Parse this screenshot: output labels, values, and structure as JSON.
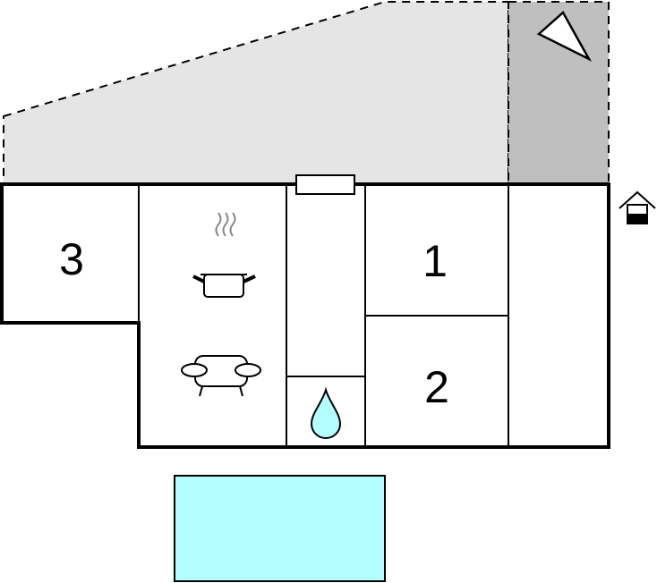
{
  "rooms": {
    "bedroom_3": {
      "label": "3"
    },
    "bedroom_1": {
      "label": "1"
    },
    "bedroom_2": {
      "label": "2"
    }
  },
  "icons": [
    "terrace-area",
    "covered-terrace",
    "compass-pointer-icon",
    "house-icon",
    "kitchen-pot-icon",
    "sofa-icon",
    "water-drop-icon",
    "pool"
  ],
  "colors": {
    "terrace": "#e5e5e5",
    "covered_terrace": "#bfbfbf",
    "pool": "#b3ffff",
    "wall": "#000000",
    "water_drop": "#b3ffff"
  }
}
